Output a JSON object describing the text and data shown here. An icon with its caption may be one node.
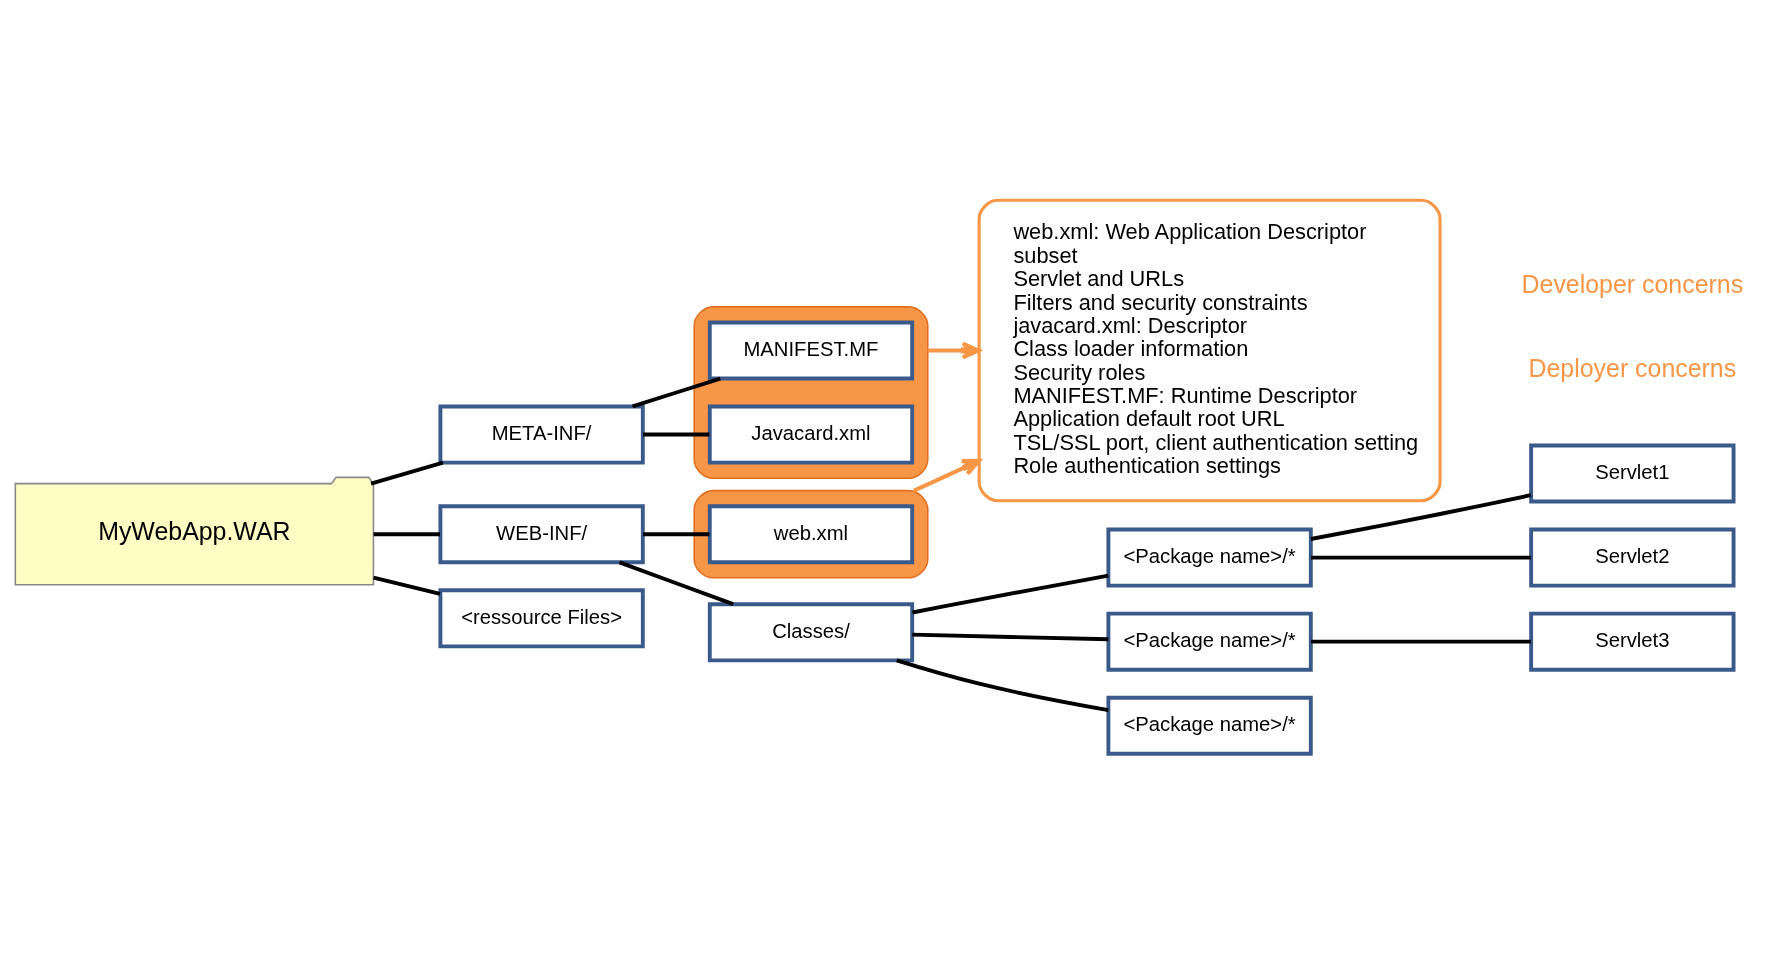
{
  "diagram": {
    "nodes": [
      {
        "text": [
          "MyWebApp.WAR"
        ]
      },
      {
        "text": [
          "META-INF/"
        ]
      },
      {
        "text": [],
        "shape": "box"
      },
      {
        "text": [
          "MANIFEST.MF"
        ],
        "in": 2
      },
      {
        "text": [
          "Javacard.xml"
        ],
        "in": 2
      },
      {
        "text": [
          "WEB-INF/"
        ]
      },
      {
        "text": [
          "Classes/"
        ]
      },
      {
        "text": [],
        "shape": "box"
      },
      {
        "text": [
          "web.xml"
        ],
        "in": 7
      },
      {
        "text": [
          "<ressource Files>"
        ]
      },
      {
        "text": [
          "<Package name>/*"
        ]
      },
      {
        "text": [
          "<Package name>/*"
        ]
      },
      {
        "text": [
          "<Package name>/*"
        ]
      },
      {
        "text": [
          "Servlet1"
        ]
      },
      {
        "text": [
          "Servlet2"
        ]
      },
      {
        "text": [
          "Servlet3"
        ]
      },
      {
        "text": [
          "web.xml: Web Application Descriptor",
          "subset",
          "Servlet and URLs",
          "Filters and security constraints",
          "javacard.xml: Descriptor",
          "Class loader information",
          "Security roles",
          "MANIFEST.MF: Runtime Descriptor",
          "Application default root URL",
          "TSL/SSL port, client authentication setting",
          "Role authentication settings"
        ]
      }
    ],
    "edges": [
      {
        "from": 0,
        "to": 1,
        "arrow": "none"
      },
      {
        "from": 0,
        "to": 5,
        "arrow": "none"
      },
      {
        "from": 0,
        "to": 9,
        "arrow": "none"
      },
      {
        "from": 1,
        "to": 3,
        "arrow": "none"
      },
      {
        "from": 1,
        "to": 4,
        "arrow": "none"
      },
      {
        "from": 5,
        "to": 6,
        "arrow": "none"
      },
      {
        "from": 5,
        "to": 8,
        "arrow": "none"
      },
      {
        "from": 6,
        "to": 10,
        "arrow": "none"
      },
      {
        "from": 6,
        "to": 11,
        "arrow": "none"
      },
      {
        "from": 6,
        "to": 12,
        "arrow": "none"
      },
      {
        "from": 10,
        "to": 13,
        "arrow": "none"
      },
      {
        "from": 10,
        "to": 14,
        "arrow": "none"
      },
      {
        "from": 11,
        "to": 15,
        "arrow": "none"
      },
      {
        "from": 2,
        "to": 16,
        "arrow": "to",
        "color": "#f79646"
      },
      {
        "from": 7,
        "to": 16,
        "arrow": "to",
        "color": "#f79646"
      }
    ],
    "labels": [
      "Developer concerns",
      "Deployer concerns"
    ]
  }
}
